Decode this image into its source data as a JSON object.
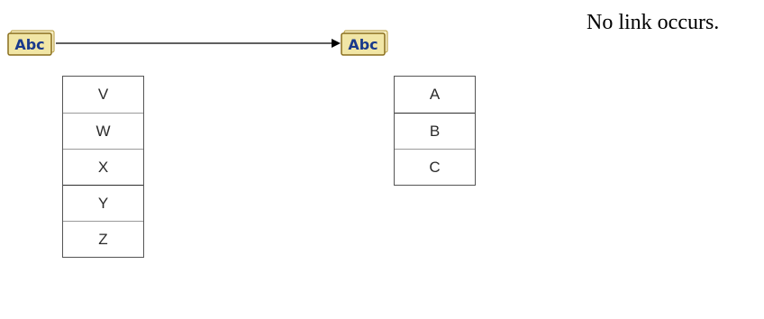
{
  "caption": "No link occurs.",
  "source_terminal": {
    "label": "Abc",
    "icon": "string-control-icon"
  },
  "target_terminal": {
    "label": "Abc",
    "icon": "string-control-icon"
  },
  "link": {
    "style": "arrow",
    "color": "#000000"
  },
  "source_list": {
    "items": [
      "V",
      "W",
      "X",
      "Y",
      "Z"
    ]
  },
  "target_list": {
    "items": [
      "A",
      "B",
      "C"
    ]
  },
  "colors": {
    "terminal_fill": "#f1e6a6",
    "terminal_border": "#8a6f1e",
    "terminal_text": "#1a3a8c"
  }
}
